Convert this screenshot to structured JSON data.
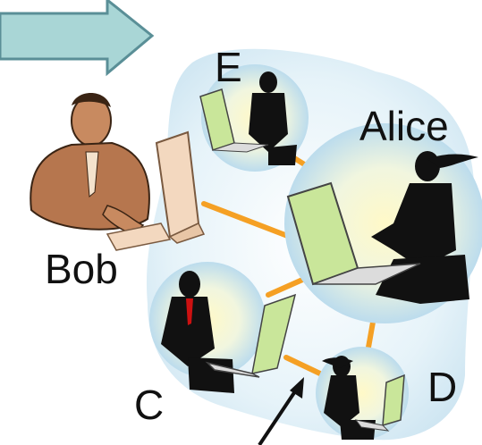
{
  "nodes": {
    "e": {
      "label": "E"
    },
    "alice": {
      "label": "Alice"
    },
    "bob": {
      "label": "Bob"
    },
    "c": {
      "label": "C"
    },
    "d": {
      "label": "D"
    }
  },
  "colors": {
    "cloud": "#d8ecf5",
    "bubble": "#cfe6f2",
    "bubble_core": "#fff9c8",
    "link": "#f5a024",
    "arrow_fill": "#a9d6d6",
    "arrow_stroke": "#5a8f97",
    "laptop": "#c9e69a",
    "silhouette": "#111111"
  },
  "icons": [
    "big-arrow-icon",
    "pointer-arrow-icon",
    "computer-user-icon",
    "laptop-icon"
  ]
}
